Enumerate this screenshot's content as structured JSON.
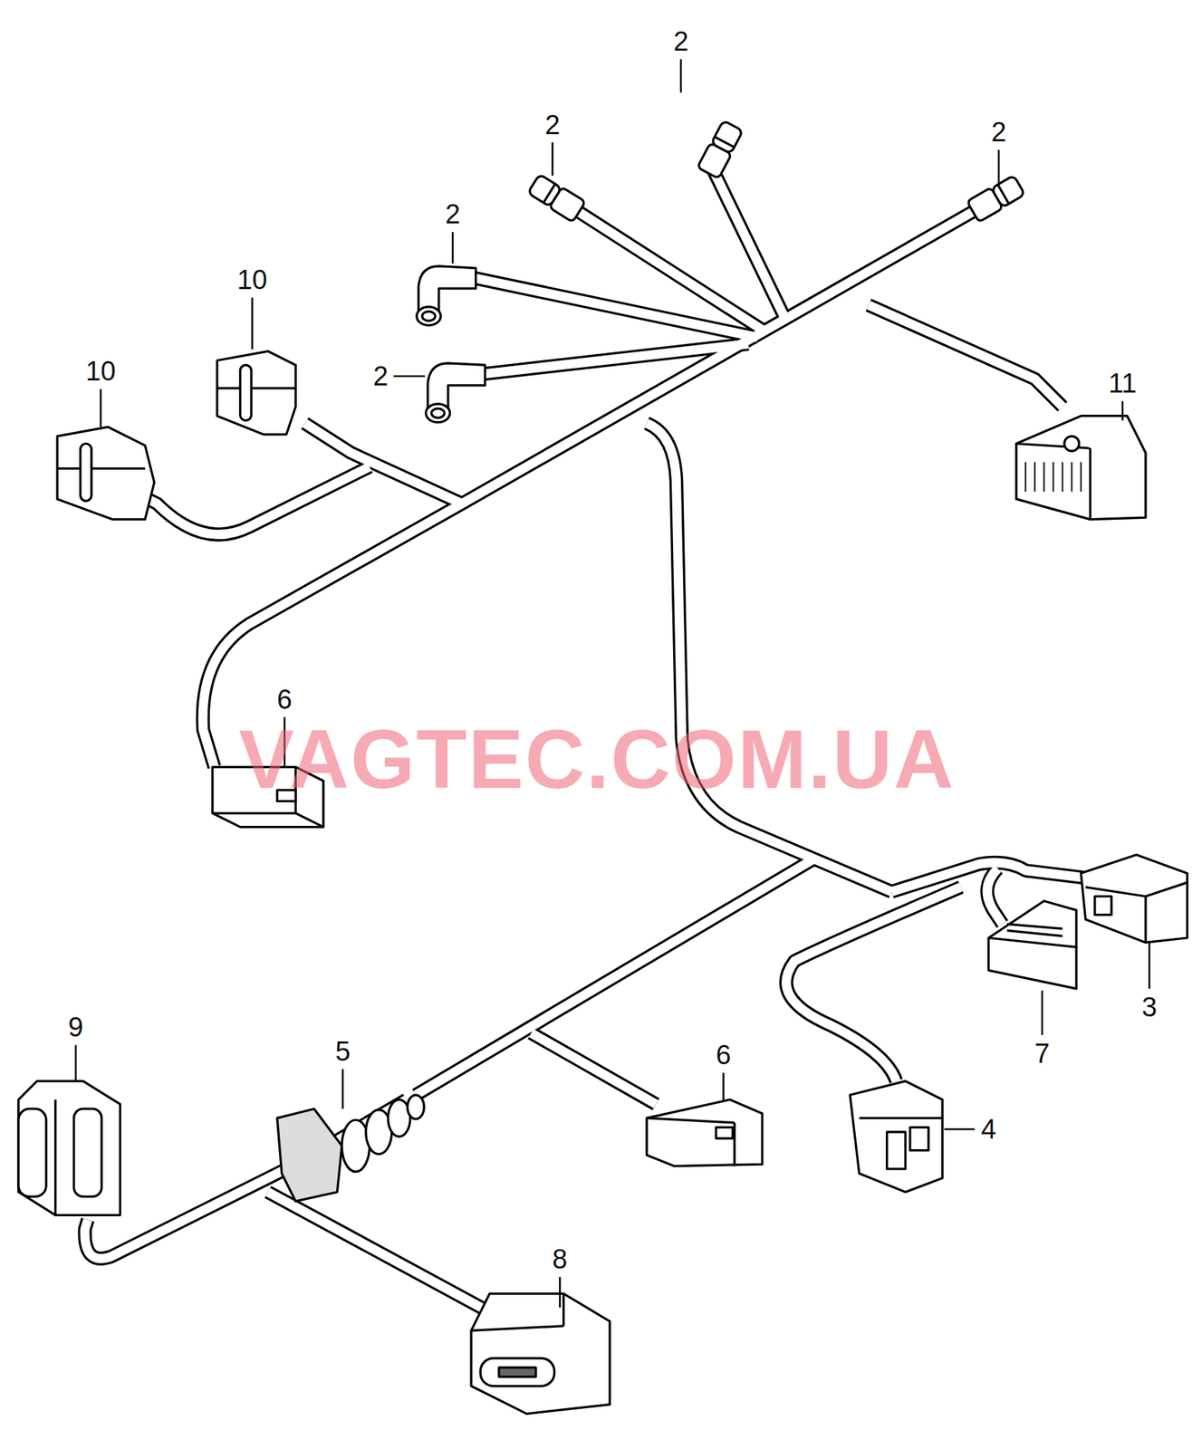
{
  "diagram": {
    "labels": [
      "2",
      "2",
      "2",
      "2",
      "2",
      "10",
      "10",
      "11",
      "6",
      "6",
      "3",
      "7",
      "4",
      "5",
      "9",
      "8",
      "VAGTEC.COM.UA"
    ]
  }
}
